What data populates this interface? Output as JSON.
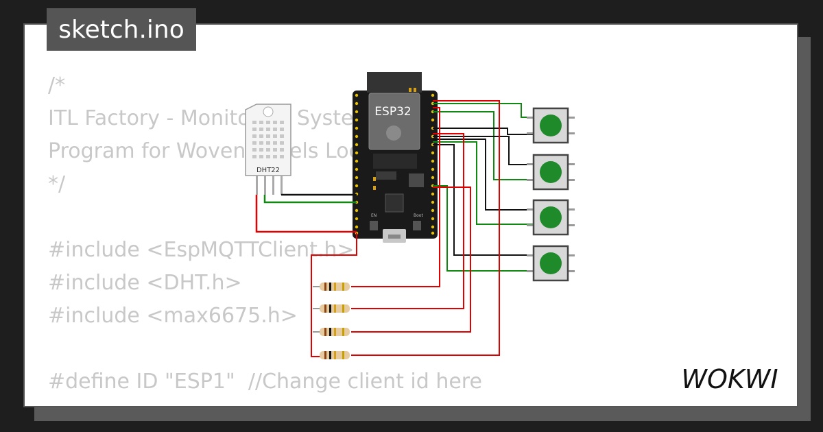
{
  "tab": {
    "label": "sketch.ino"
  },
  "code_lines": [
    "/*",
    "ITL Factory - Monitoring System",
    "Program for Woven Panels Loom",
    "*/",
    "",
    "#include <EspMQTTClient.h>",
    "#include <DHT.h>",
    "#include <max6675.h>",
    "",
    "#define ID \"ESP1\"  //Change client id here"
  ],
  "board": {
    "label": "ESP32"
  },
  "sensor": {
    "label": "DHT22"
  },
  "side_labels": {
    "en": "EN",
    "boot": "Boot"
  },
  "logo": {
    "label": "WOKWI"
  },
  "colors": {
    "wire_red": "#e00000",
    "wire_green": "#118811",
    "wire_black": "#111111",
    "button_cap": "#1f8a2a"
  }
}
